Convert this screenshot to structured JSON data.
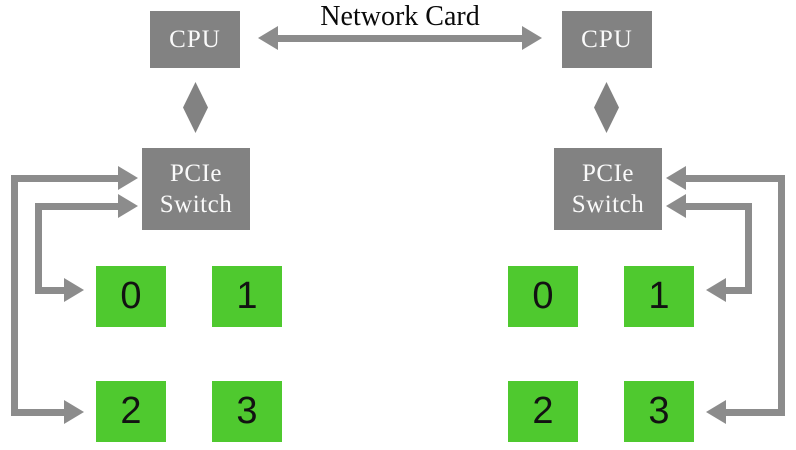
{
  "diagram": {
    "network_link": {
      "label": "Network Card"
    },
    "colors": {
      "box_gray": "#828282",
      "arrow_gray": "#8C8C8C",
      "gpu_green": "#4FC92F",
      "box_text": "#FAFAFA",
      "label_text": "#0A0A0A"
    },
    "hosts": [
      {
        "side": "left",
        "cpu_label": "CPU",
        "switch_line1": "PCIe",
        "switch_line2": "Switch",
        "gpu_labels": [
          "0",
          "1",
          "2",
          "3"
        ]
      },
      {
        "side": "right",
        "cpu_label": "CPU",
        "switch_line1": "PCIe",
        "switch_line2": "Switch",
        "gpu_labels": [
          "0",
          "1",
          "2",
          "3"
        ]
      }
    ]
  }
}
